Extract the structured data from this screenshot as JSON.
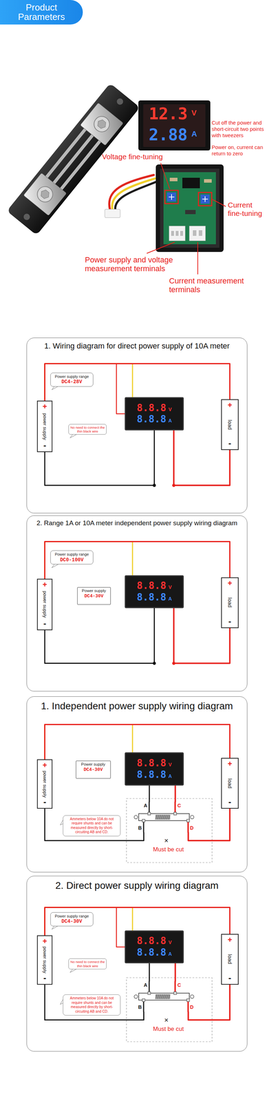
{
  "diagram": {
    "nodes": [
      {
        "text": [
          "Product Parameters"
        ]
      },
      {
        "text": [
          "1. Wiring diagram for direct power supply of 10A meter"
        ]
      },
      {
        "text": [
          "Power supply range",
          "DC4-28V"
        ],
        "in": 1
      },
      {
        "text": [
          "+",
          "power supply",
          "-"
        ],
        "in": 1
      },
      {
        "text": [
          "8.8.8",
          "V",
          "8.8.8",
          "A"
        ],
        "in": 1
      },
      {
        "text": [
          "+",
          "load",
          "-"
        ],
        "in": 1
      },
      {
        "text": [
          "No need to connect the thin black wire"
        ],
        "in": 1
      },
      {
        "text": [
          "2. Range 1A or 10A meter independent power supply wiring diagram"
        ]
      },
      {
        "text": [
          "Power supply range",
          "DC0-100V"
        ],
        "in": 7
      },
      {
        "text": [
          "+",
          "power supply",
          "-"
        ],
        "in": 7
      },
      {
        "text": [
          "Power supply",
          "DC4-30V"
        ],
        "in": 7
      },
      {
        "text": [
          "8.8.8",
          "V",
          "8.8.8",
          "A"
        ],
        "in": 7
      },
      {
        "text": [
          "+",
          "load",
          "-"
        ],
        "in": 7
      },
      {
        "text": [
          "1. Independent power supply wiring diagram"
        ]
      },
      {
        "text": [
          "+",
          "power supply",
          "-"
        ],
        "in": 13
      },
      {
        "text": [
          "Power supply",
          "DC4-30V"
        ],
        "in": 13
      },
      {
        "text": [
          "8.8.8",
          "V",
          "8.8.8",
          "A"
        ],
        "in": 13
      },
      {
        "text": [
          "+",
          "load",
          "-"
        ],
        "in": 13
      },
      {
        "text": [
          "Ammeters below 10A do not require shunts and can be measured directly by short-circuiting AB and CD."
        ],
        "in": 13
      },
      {
        "text": [
          "A",
          "C",
          "B",
          "D"
        ],
        "in": 13
      },
      {
        "text": [
          "2. Direct power supply wiring diagram"
        ]
      },
      {
        "text": [
          "Power supply range",
          "DC4-30V"
        ],
        "in": 20
      },
      {
        "text": [
          "+",
          "power supply",
          "-"
        ],
        "in": 20
      },
      {
        "text": [
          "8.8.8",
          "V",
          "8.8.8",
          "A"
        ],
        "in": 20
      },
      {
        "text": [
          "+",
          "load",
          "-"
        ],
        "in": 20
      },
      {
        "text": [
          "No need to connect the thin black wire"
        ],
        "in": 20
      },
      {
        "text": [
          "Ammeters below 10A do not require shunts and can be measured directly by short-circuiting AB and CD."
        ],
        "in": 20
      },
      {
        "text": [
          "A",
          "C",
          "B",
          "D"
        ],
        "in": 20
      }
    ],
    "edges": [
      {
        "from": 3,
        "to": 4,
        "arrow": "none"
      },
      {
        "from": 3,
        "to": 4,
        "arrow": "none"
      },
      {
        "from": 3,
        "to": 5,
        "arrow": "none"
      },
      {
        "from": 3,
        "to": 4,
        "arrow": "none"
      },
      {
        "from": 4,
        "to": 5,
        "arrow": "none"
      },
      {
        "from": 9,
        "to": 11,
        "arrow": "none"
      },
      {
        "from": 9,
        "to": 12,
        "arrow": "none"
      },
      {
        "from": 9,
        "to": 11,
        "arrow": "none"
      },
      {
        "from": 11,
        "to": 12,
        "arrow": "none"
      },
      {
        "from": 14,
        "to": 16,
        "arrow": "none"
      },
      {
        "from": 14,
        "to": 17,
        "arrow": "none"
      },
      {
        "from": 14,
        "to": 19,
        "arrow": "none"
      },
      {
        "from": 16,
        "to": 19,
        "arrow": "none"
      },
      {
        "from": 16,
        "to": 19,
        "arrow": "none"
      },
      {
        "from": 19,
        "to": 17,
        "arrow": "none"
      },
      {
        "from": 22,
        "to": 23,
        "arrow": "none"
      },
      {
        "from": 22,
        "to": 23,
        "arrow": "none"
      },
      {
        "from": 22,
        "to": 24,
        "arrow": "none"
      },
      {
        "from": 22,
        "to": 27,
        "arrow": "none"
      },
      {
        "from": 23,
        "to": 27,
        "arrow": "none"
      },
      {
        "from": 23,
        "to": 27,
        "arrow": "none"
      },
      {
        "from": 27,
        "to": 24,
        "arrow": "none"
      }
    ],
    "labels": [
      "12.3",
      "V",
      "2.88",
      "A",
      "Cut off the power and short-circuit two points with tweezers",
      "Power on, current can return to zero",
      "Voltage fine-tuning",
      "Current fine-tuning",
      "Power supply and voltage measurement terminals",
      "Current measurement terminals",
      "×",
      "Must be cut",
      "×",
      "Must be cut"
    ]
  }
}
